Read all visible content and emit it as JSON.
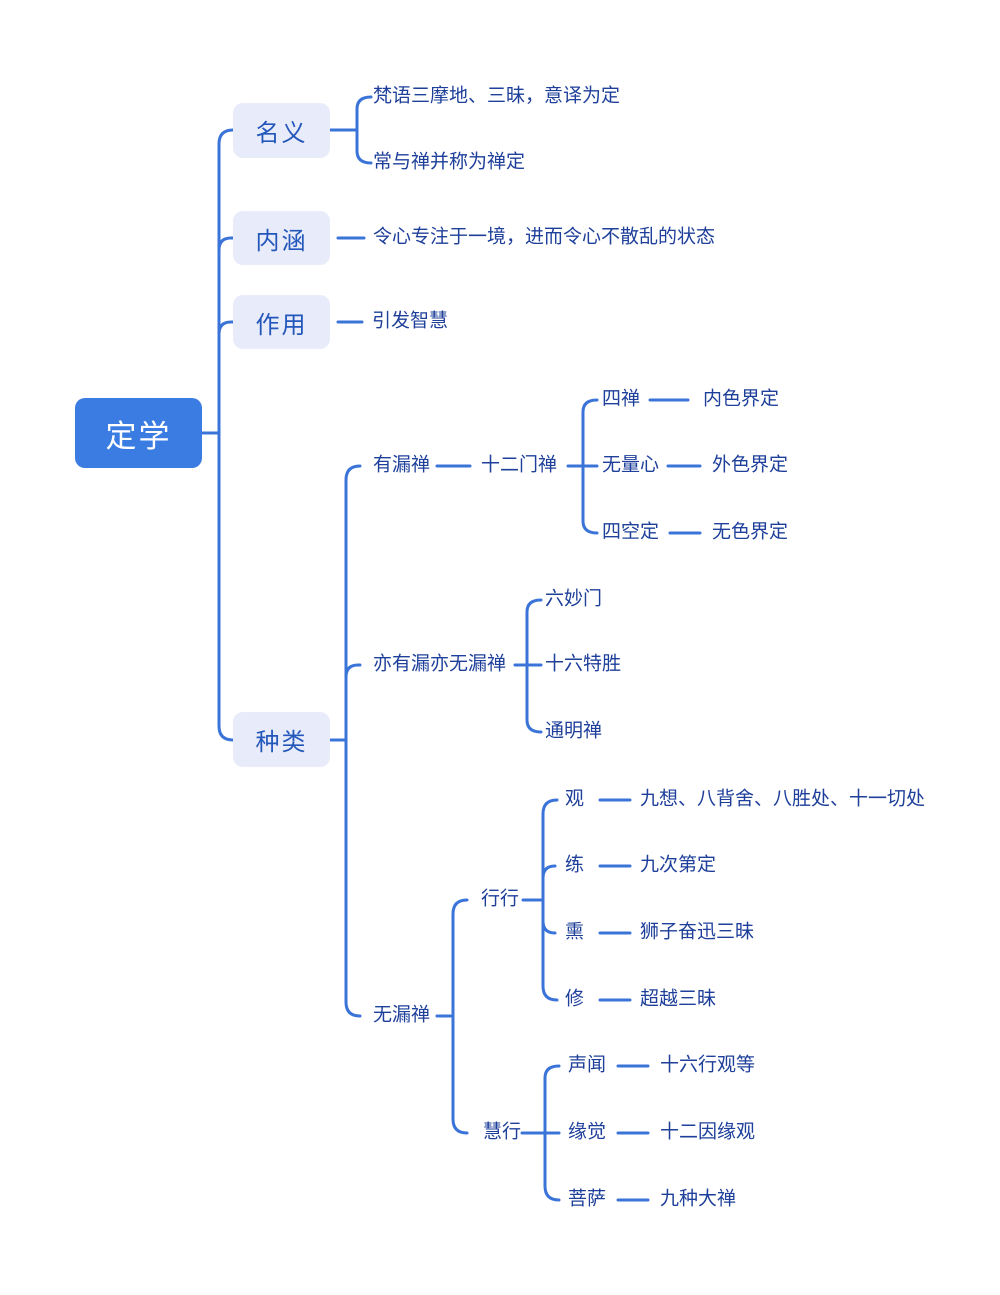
{
  "colors": {
    "root_bg": "#3a7ce2",
    "root_text": "#ffffff",
    "branch_bg": "#e8ebfa",
    "branch_text": "#2357ba",
    "text": "#1e3f9a",
    "line": "#3b74d8",
    "background": "#ffffff"
  },
  "tree": {
    "root": {
      "label": "定学"
    },
    "branches": [
      {
        "label": "名义",
        "children": [
          {
            "label": "梵语三摩地、三昧，意译为定"
          },
          {
            "label": "常与禅并称为禅定"
          }
        ]
      },
      {
        "label": "内涵",
        "children": [
          {
            "label": "令心专注于一境，进而令心不散乱的状态"
          }
        ]
      },
      {
        "label": "作用",
        "children": [
          {
            "label": "引发智慧"
          }
        ]
      },
      {
        "label": "种类",
        "children": [
          {
            "label": "有漏禅",
            "children": [
              {
                "label": "十二门禅",
                "children": [
                  {
                    "label": "四禅",
                    "children": [
                      {
                        "label": "内色界定"
                      }
                    ]
                  },
                  {
                    "label": "无量心",
                    "children": [
                      {
                        "label": "外色界定"
                      }
                    ]
                  },
                  {
                    "label": "四空定",
                    "children": [
                      {
                        "label": "无色界定"
                      }
                    ]
                  }
                ]
              }
            ]
          },
          {
            "label": "亦有漏亦无漏禅",
            "children": [
              {
                "label": "六妙门"
              },
              {
                "label": "十六特胜"
              },
              {
                "label": "通明禅"
              }
            ]
          },
          {
            "label": "无漏禅",
            "children": [
              {
                "label": "行行",
                "children": [
                  {
                    "label": "观",
                    "children": [
                      {
                        "label": "九想、八背舍、八胜处、十一切处"
                      }
                    ]
                  },
                  {
                    "label": "练",
                    "children": [
                      {
                        "label": "九次第定"
                      }
                    ]
                  },
                  {
                    "label": "熏",
                    "children": [
                      {
                        "label": "狮子奋迅三昧"
                      }
                    ]
                  },
                  {
                    "label": "修",
                    "children": [
                      {
                        "label": "超越三昧"
                      }
                    ]
                  }
                ]
              },
              {
                "label": "慧行",
                "children": [
                  {
                    "label": "声闻",
                    "children": [
                      {
                        "label": "十六行观等"
                      }
                    ]
                  },
                  {
                    "label": "缘觉",
                    "children": [
                      {
                        "label": "十二因缘观"
                      }
                    ]
                  },
                  {
                    "label": "菩萨",
                    "children": [
                      {
                        "label": "九种大禅"
                      }
                    ]
                  }
                ]
              }
            ]
          }
        ]
      }
    ]
  }
}
